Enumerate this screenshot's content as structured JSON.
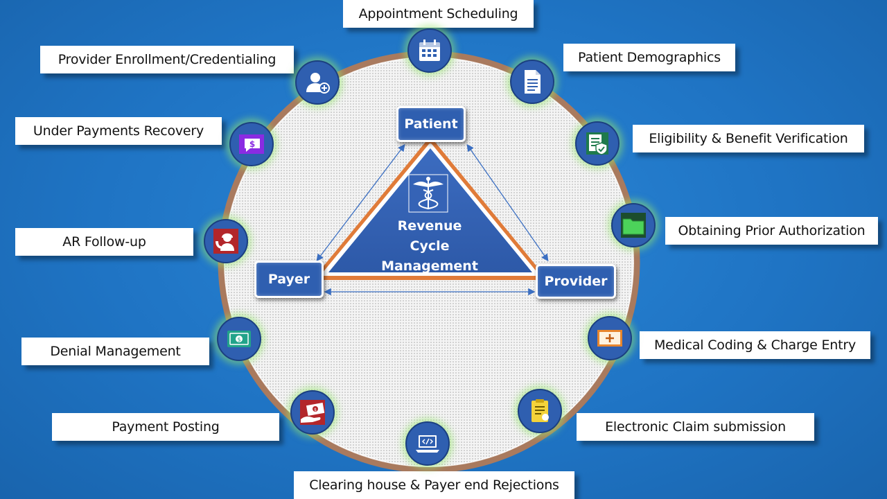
{
  "center": {
    "line1": "Revenue",
    "line2": "Cycle",
    "line3": "Management"
  },
  "nodes": {
    "patient": "Patient",
    "payer": "Payer",
    "provider": "Provider"
  },
  "steps": [
    {
      "label": "Appointment Scheduling",
      "icon": "calendar-icon"
    },
    {
      "label": "Patient Demographics",
      "icon": "document-icon"
    },
    {
      "label": "Eligibility & Benefit Verification",
      "icon": "shield-document-icon"
    },
    {
      "label": "Obtaining Prior Authorization",
      "icon": "folder-icon"
    },
    {
      "label": "Medical Coding & Charge Entry",
      "icon": "plus-board-icon"
    },
    {
      "label": "Electronic Claim submission",
      "icon": "clipboard-icon"
    },
    {
      "label": "Clearing house & Payer end Rejections",
      "icon": "laptop-code-icon"
    },
    {
      "label": "Payment Posting",
      "icon": "cash-hand-icon"
    },
    {
      "label": "Denial Management",
      "icon": "money-icon"
    },
    {
      "label": "AR Follow-up",
      "icon": "support-agent-icon"
    },
    {
      "label": "Under Payments Recovery",
      "icon": "dollar-chat-icon"
    },
    {
      "label": "Provider Enrollment/Credentialing",
      "icon": "add-user-icon"
    }
  ],
  "colors": {
    "background": "#1f74c4",
    "node": "#2f5fb0",
    "ring": "#b07a5a",
    "glow": "#96e66e"
  }
}
